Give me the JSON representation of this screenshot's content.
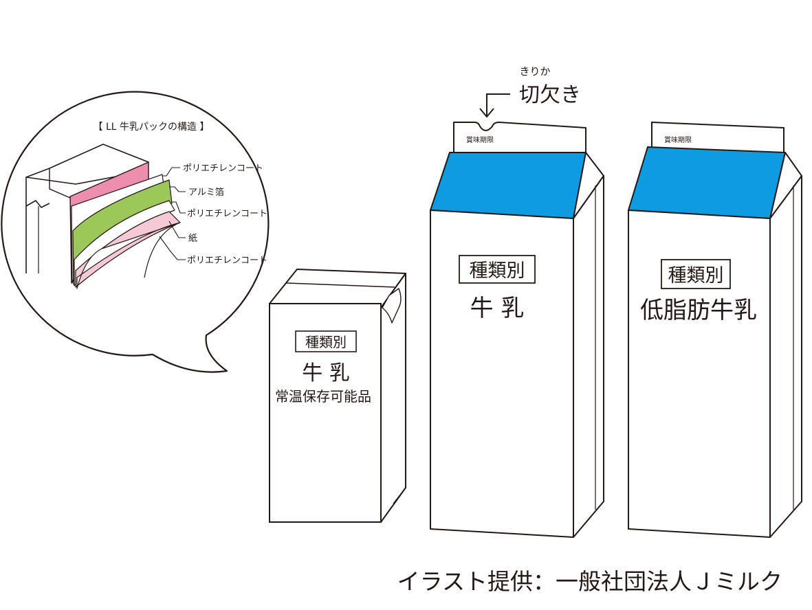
{
  "structure": {
    "title": "【 LL 牛乳パックの構造 】",
    "layers": [
      {
        "label": "ポリエチレンコート",
        "color": "#ffffff"
      },
      {
        "label": "アルミ箔",
        "color": "#9cc85a"
      },
      {
        "label": "ポリエチレンコート",
        "color": "#ffffff"
      },
      {
        "label": "紙",
        "color": "#f5c9d6"
      },
      {
        "label": "ポリエチレンコート",
        "color": "#ffffff"
      }
    ],
    "outer_color": "#ee8eaf"
  },
  "notch": {
    "ruby": "きりか",
    "label": "切欠き"
  },
  "cartons": {
    "ll_milk": {
      "category": "種類別",
      "name": "牛 乳",
      "subtitle": "常温保存可能品"
    },
    "milk": {
      "expiry": "賞味期限",
      "category": "種類別",
      "name": "牛 乳",
      "cap_color": "#0f9be0"
    },
    "lowfat_milk": {
      "expiry": "賞味期限",
      "category": "種類別",
      "name": "低脂肪牛乳",
      "cap_color": "#0f9be0"
    }
  },
  "credit": "イラスト提供：一般社団法人Ｊミルク"
}
